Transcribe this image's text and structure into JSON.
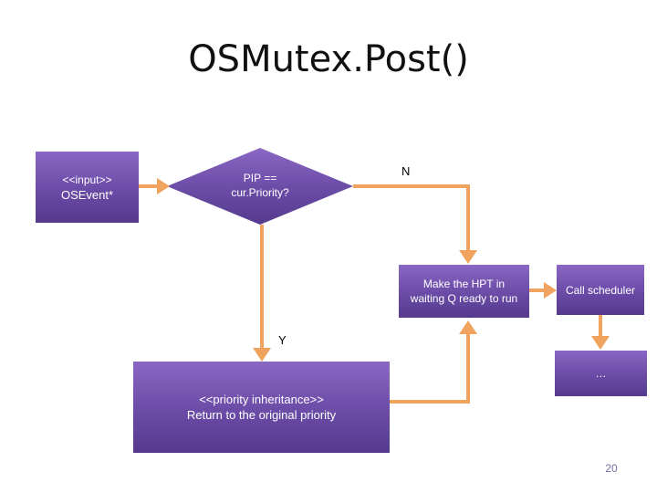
{
  "title": "OSMutex.Post()",
  "nodes": {
    "input": {
      "line1": "<<input>>",
      "line2": "OSEvent*"
    },
    "decision": {
      "line1": "PIP ==",
      "line2": "cur.Priority?"
    },
    "make_hpt": {
      "line1": "Make the HPT in",
      "line2": "waiting Q ready to run"
    },
    "call_scheduler": {
      "label": "Call scheduler"
    },
    "ellipsis": {
      "label": "…"
    },
    "priority_inheritance": {
      "line1": "<<priority inheritance>>",
      "line2": "Return to the original priority"
    }
  },
  "edge_labels": {
    "no": "N",
    "yes": "Y"
  },
  "page_number": "20",
  "colors": {
    "box_fill_top": "#8a67c4",
    "box_fill_bottom": "#553a8e",
    "arrow": "#f0a35e"
  }
}
